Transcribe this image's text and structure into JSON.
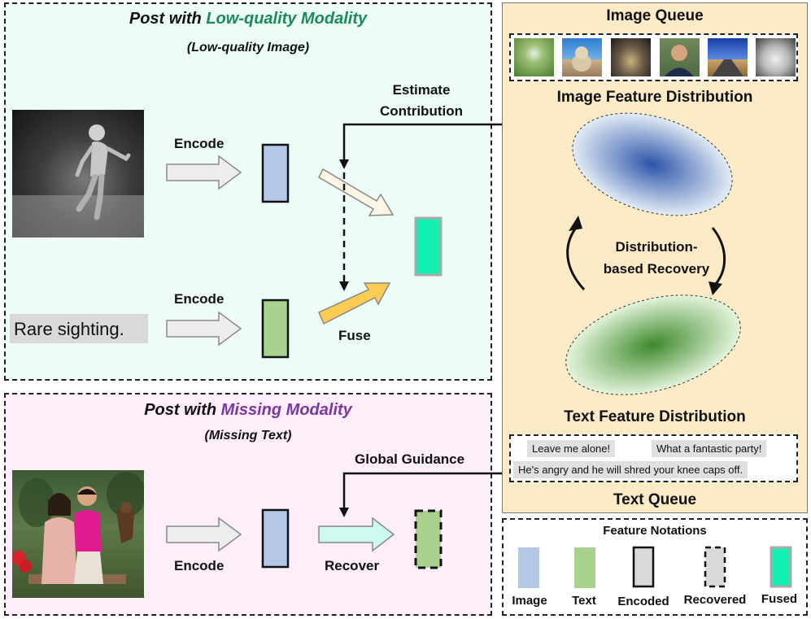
{
  "top_panel": {
    "title_prefix": "Post with ",
    "title_highlight": "Low-quality Modality",
    "subtitle": "(Low-quality Image)",
    "text_sample": "Rare sighting.",
    "encode_image_label": "Encode",
    "encode_text_label": "Encode",
    "estimate_label_line1": "Estimate",
    "estimate_label_line2": "Contribution",
    "fuse_label": "Fuse"
  },
  "bottom_panel": {
    "title_prefix": "Post with ",
    "title_highlight": "Missing Modality",
    "subtitle": "(Missing Text)",
    "encode_label": "Encode",
    "recover_label": "Recover",
    "guidance_label": "Global Guidance"
  },
  "right_panel": {
    "image_queue_title": "Image Queue",
    "image_feature_title": "Image Feature Distribution",
    "recovery_label_line1": "Distribution-",
    "recovery_label_line2": "based Recovery",
    "text_feature_title": "Text Feature Distribution",
    "text_queue_title": "Text Queue",
    "text_queue_items": [
      "Leave me alone!",
      "What a fantastic party!",
      "He's angry and he will shred your knee caps off."
    ]
  },
  "legend": {
    "title": "Feature Notations",
    "items": [
      "Image",
      "Text",
      "Encoded",
      "Recovered",
      "Fused"
    ]
  },
  "colors": {
    "low_quality_accent": "#1a8a5a",
    "missing_accent": "#7b35a6",
    "top_panel_bg": "#eefcf8",
    "bottom_panel_bg": "#fdeefa",
    "right_panel_bg": "#fdeac6",
    "image_feature": "#b4c7e7",
    "text_feature": "#a9d18e",
    "fused_feature": "#14f0b4"
  }
}
